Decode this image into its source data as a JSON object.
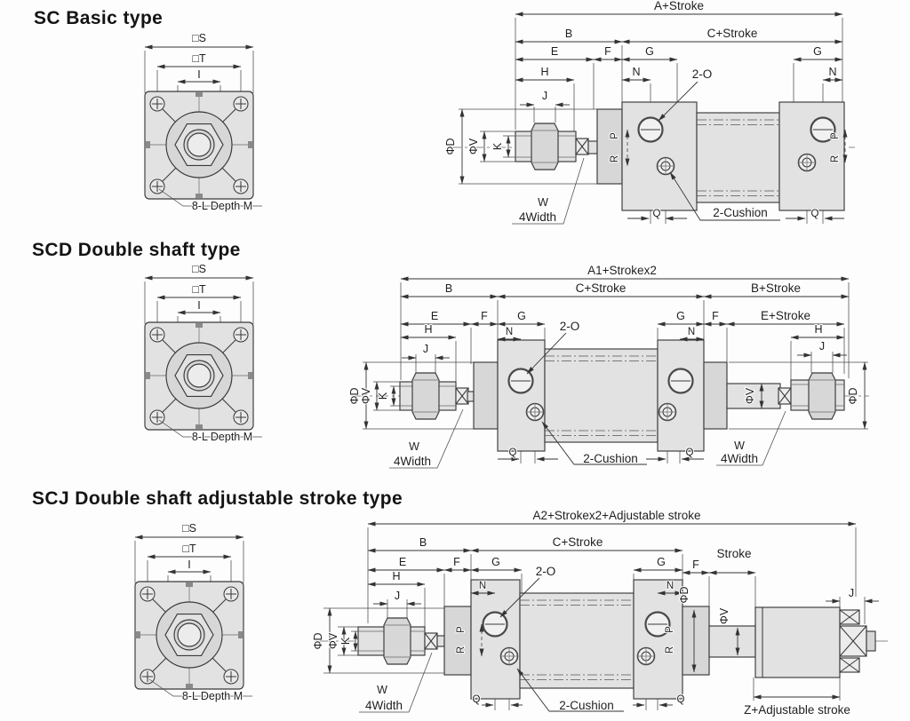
{
  "colors": {
    "background": "#ffffff",
    "line": "#3a3a3a",
    "metal_fill": "#e2e2e2"
  },
  "sc": {
    "title": "SC Basic type",
    "front": {
      "s": "□S",
      "t": "□T",
      "i": "I",
      "screws": "8-L Depth M"
    },
    "dims": {
      "a": "A+Stroke",
      "b": "B",
      "c": "C+Stroke",
      "e": "E",
      "f": "F",
      "g1": "G",
      "g2": "G",
      "h": "H",
      "n1": "N",
      "n2": "N",
      "j": "J",
      "o": "2-O",
      "phid": "ΦD",
      "phiv": "ΦV",
      "k": "K",
      "p1": "P",
      "r1": "R",
      "p2": "P",
      "r2": "R",
      "w": "W",
      "w4": "4Width",
      "cushion": "2-Cushion",
      "q1": "Q",
      "q2": "Q"
    }
  },
  "scd": {
    "title": "SCD Double shaft type",
    "front": {
      "s": "□S",
      "t": "□T",
      "i": "I",
      "screws": "8-L Depth M"
    },
    "dims": {
      "a": "A1+Strokex2",
      "b": "B",
      "c": "C+Stroke",
      "b2": "B+Stroke",
      "e": "E",
      "f": "F",
      "g1": "G",
      "g2": "G",
      "f2": "F",
      "e2": "E+Stroke",
      "h": "H",
      "h2": "H",
      "n1": "N",
      "n2": "N",
      "j1": "J",
      "j2": "J",
      "o": "2-O",
      "phid": "ΦD",
      "phiv": "ΦV",
      "k": "K",
      "phiv2": "ΦV",
      "phid2": "ΦD",
      "w1": "W",
      "w41": "4Width",
      "w2": "W",
      "w42": "4Width",
      "cushion": "2-Cushion",
      "q1": "Q",
      "q2": "Q"
    }
  },
  "scj": {
    "title": "SCJ Double shaft adjustable stroke type",
    "front": {
      "s": "□S",
      "t": "□T",
      "i": "I",
      "screws": "8-L Depth M"
    },
    "dims": {
      "a": "A2+Strokex2+Adjustable stroke",
      "b": "B",
      "c": "C+Stroke",
      "stroke": "Stroke",
      "e": "E",
      "f": "F",
      "g1": "G",
      "g2": "G",
      "f2": "F",
      "h": "H",
      "n1": "N",
      "n2": "N",
      "j1": "J",
      "j2": "J",
      "o": "2-O",
      "phid": "ΦD",
      "phiv": "ΦV",
      "k": "K",
      "phid2": "ΦD",
      "phiv2": "ΦV",
      "p1": "P",
      "r1": "R",
      "p2": "P",
      "r2": "R",
      "w": "W",
      "w4": "4Width",
      "cushion": "2-Cushion",
      "q1": "Q",
      "q2": "Q",
      "z": "Z+Adjustable stroke"
    }
  }
}
